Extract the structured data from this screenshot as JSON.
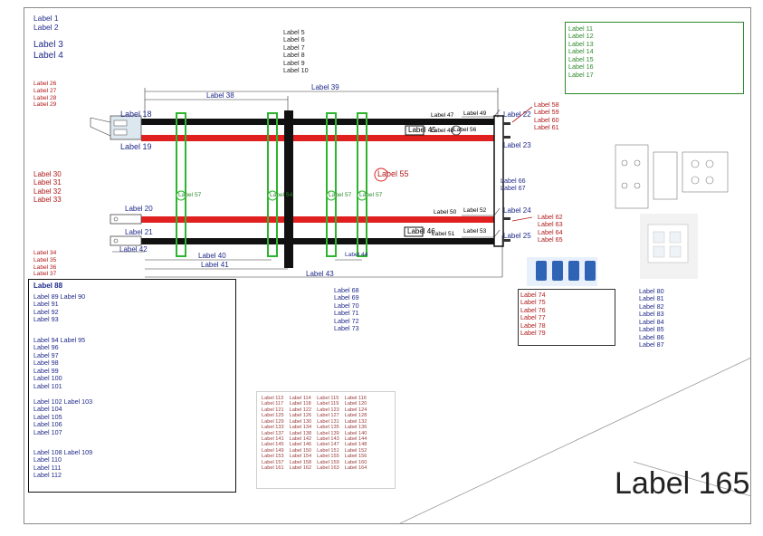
{
  "title": {
    "lines": [
      "Label 1",
      "Label 2"
    ],
    "cable_title": [
      "Label 3",
      "Label 4"
    ]
  },
  "mounted_note": [
    "Label 5",
    "Label 6",
    "Label 7",
    "Label 8",
    "Label 9",
    "Label 10"
  ],
  "attention_note": [
    "Label 11",
    "Label 12",
    "Label 13",
    "Label 14",
    "Label 15",
    "Label 16",
    "Label 17"
  ],
  "connectors": {
    "xs2_2": "Label 18",
    "xs2_1": "Label 19",
    "m1_plus": "Label 20",
    "m1_minus": "Label 21",
    "xsm1_4": "Label 22",
    "xsm1_3": "Label 23",
    "xsm1_1": "Label 24",
    "xsm1_2": "Label 25"
  },
  "receptacle_note": [
    "Label 26",
    "Label 27",
    "Label 28",
    "Label 29"
  ],
  "flat_plug_note": [
    "Label 30",
    "Label 31",
    "Label 32",
    "Label 33"
  ],
  "flat_plug_note_small": [
    "Label 34",
    "Label 35",
    "Label 36",
    "Label 37"
  ],
  "dims": {
    "d430": "Label 38",
    "d570": "Label 39",
    "d245": "Label 40",
    "d250": "Label 41",
    "d80": "Label 42",
    "d590": "Label 43",
    "d20": "Label 44"
  },
  "wire_labels": {
    "w1": "Label 45",
    "w2": "Label 46",
    "sw_top": "Label 47",
    "rt_top": "Label 48",
    "xsec_top": "Label 49",
    "rt_mid": "Label 50",
    "sw_mid": "Label 51",
    "xsec_mid1": "Label 52",
    "xsec_mid2": "Label 53"
  },
  "callouts": {
    "c2": "Label 54",
    "c3": "Label 55",
    "c4": "Label 56",
    "c5": "Label 57"
  },
  "universal_top": [
    "Label 58",
    "Label 59",
    "Label 60",
    "Label 61"
  ],
  "universal_mid": [
    "Label 62",
    "Label 63",
    "Label 64",
    "Label 65"
  ],
  "sealed_note": [
    "Label 66",
    "Label 67"
  ],
  "w2_spec": [
    "Label 68",
    "Label 69",
    "Label 70",
    "Label 71",
    "Label 72",
    "Label 73"
  ],
  "sealing_box": [
    "Label 74",
    "Label 75",
    "Label 76",
    "Label 77",
    "Label 78",
    "Label 79"
  ],
  "housing_note": [
    "Label 80",
    "Label 81",
    "Label 82",
    "Label 83",
    "Label 84",
    "Label 85",
    "Label 86",
    "Label 87"
  ],
  "material": {
    "heading": "Label 88",
    "items": [
      {
        "num": "Label 89",
        "lines": [
          "Label 90",
          "Label 91",
          "Label 92",
          "Label 93"
        ]
      },
      {
        "num": "Label 94",
        "lines": [
          "Label 95",
          "Label 96",
          "Label 97",
          "Label 98",
          "Label 99",
          "Label 100",
          "Label 101"
        ]
      },
      {
        "num": "Label 102",
        "lines": [
          "Label 103",
          "Label 104",
          "Label 105",
          "Label 106",
          "Label 107"
        ]
      },
      {
        "num": "Label 108",
        "lines": [
          "Label 109",
          "Label 110",
          "Label 111",
          "Label 112"
        ]
      }
    ]
  },
  "color_table": [
    [
      "Label 113",
      "Label 114",
      "Label 115",
      "Label 116"
    ],
    [
      "Label 117",
      "Label 118",
      "Label 119",
      "Label 120"
    ],
    [
      "Label 121",
      "Label 122",
      "Label 123",
      "Label 124"
    ],
    [
      "Label 125",
      "Label 126",
      "Label 127",
      "Label 128"
    ],
    [
      "Label 129",
      "Label 130",
      "Label 131",
      "Label 132"
    ],
    [
      "Label 133",
      "Label 134",
      "Label 135",
      "Label 136"
    ],
    [
      "Label 137",
      "Label 138",
      "Label 139",
      "Label 140"
    ],
    [
      "Label 141",
      "Label 142",
      "Label 143",
      "Label 144"
    ],
    [
      "Label 145",
      "Label 146",
      "Label 147",
      "Label 148"
    ],
    [
      "Label 149",
      "Label 150",
      "Label 151",
      "Label 152"
    ],
    [
      "Label 153",
      "Label 154",
      "Label 155",
      "Label 156"
    ],
    [
      "Label 157",
      "Label 158",
      "Label 159",
      "Label 160"
    ],
    [
      "Label 161",
      "Label 162",
      "Label 163",
      "Label 164"
    ]
  ],
  "page_number": "Label 165",
  "colors": {
    "wire_black": "#111111",
    "wire_red": "#e01f1f",
    "ties_green": "#2db52d",
    "text_blue": "#1f2a8a",
    "text_red": "#b01919",
    "accent_green": "#2a8a2a"
  }
}
